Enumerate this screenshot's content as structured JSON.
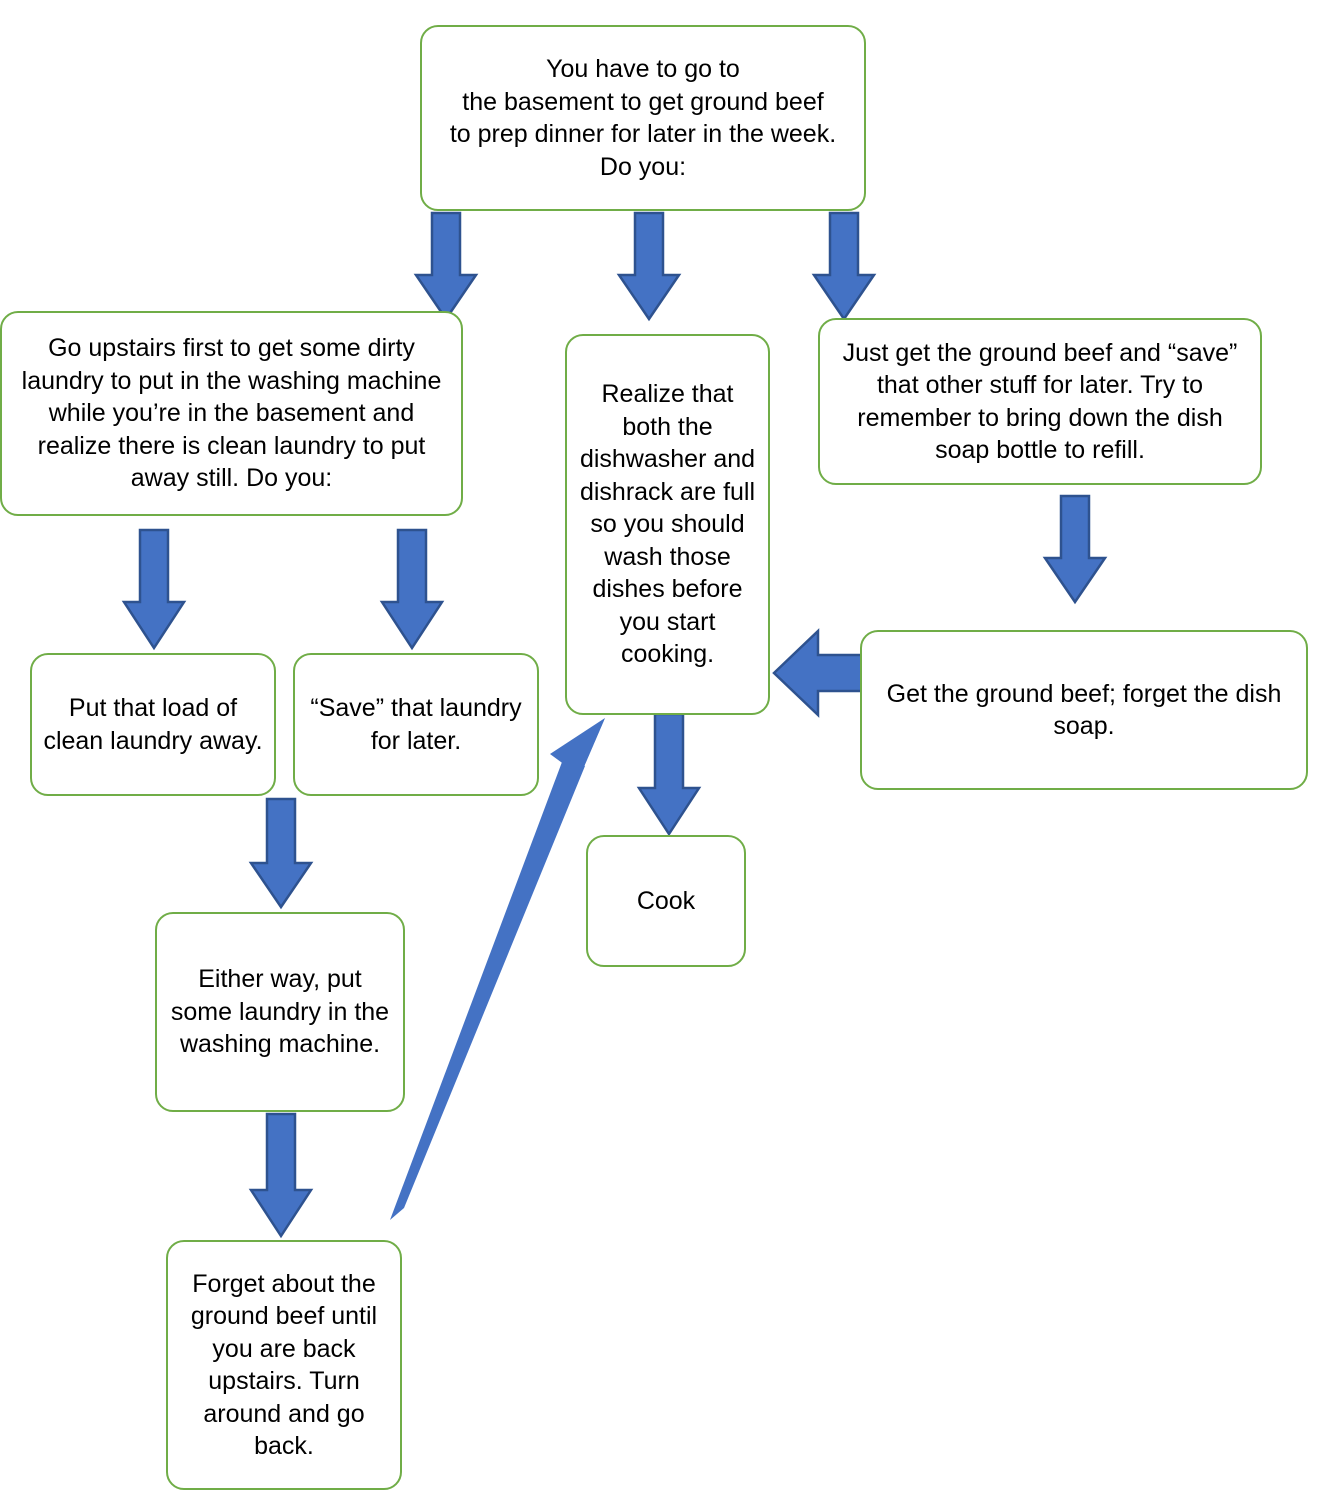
{
  "diagram": {
    "title_node": "You have to go to\nthe basement to get ground beef\nto prep dinner for later in the week.\nDo you:",
    "colors": {
      "node_border": "#70AD47",
      "node_fill": "#FFFFFF",
      "arrow_fill": "#4472C4",
      "arrow_stroke": "#2E528F",
      "text": "#000000"
    },
    "nodes": [
      {
        "id": "start",
        "label": "You have to go to\nthe basement to get ground beef\nto prep dinner for later in the week.\nDo you:"
      },
      {
        "id": "go-upstairs-first",
        "label": "Go upstairs first to get some dirty laundry to put in the washing machine while you’re in the basement and realize there is clean laundry to put away still. Do you:"
      },
      {
        "id": "realize-dishes",
        "label": "Realize that both the dishwasher and dishrack are full so you should wash those dishes before you start cooking."
      },
      {
        "id": "just-get-beef-save",
        "label": "Just get the ground beef and “save” that other stuff for later. Try to remember to bring down the dish soap bottle to refill."
      },
      {
        "id": "put-laundry-away",
        "label": "Put that load of clean laundry away."
      },
      {
        "id": "save-laundry-later",
        "label": "“Save” that laundry for later."
      },
      {
        "id": "get-beef-forget-soap",
        "label": "Get the ground beef; forget the dish soap."
      },
      {
        "id": "cook",
        "label": "Cook"
      },
      {
        "id": "either-way-laundry",
        "label": "Either way, put some laundry in the washing machine."
      },
      {
        "id": "forget-ground-beef",
        "label": "Forget about the ground beef until you are back upstairs. Turn around and go back."
      }
    ],
    "edges": [
      {
        "from": "start",
        "to": "go-upstairs-first",
        "kind": "down-arrow"
      },
      {
        "from": "start",
        "to": "realize-dishes",
        "kind": "down-arrow"
      },
      {
        "from": "start",
        "to": "just-get-beef-save",
        "kind": "down-arrow"
      },
      {
        "from": "go-upstairs-first",
        "to": "put-laundry-away",
        "kind": "down-arrow"
      },
      {
        "from": "go-upstairs-first",
        "to": "save-laundry-later",
        "kind": "down-arrow"
      },
      {
        "from": "put-laundry-away",
        "to": "either-way-laundry",
        "kind": "down-arrow"
      },
      {
        "from": "either-way-laundry",
        "to": "forget-ground-beef",
        "kind": "down-arrow"
      },
      {
        "from": "just-get-beef-save",
        "to": "get-beef-forget-soap",
        "kind": "down-arrow"
      },
      {
        "from": "get-beef-forget-soap",
        "to": "realize-dishes",
        "kind": "left-arrow"
      },
      {
        "from": "realize-dishes",
        "to": "cook",
        "kind": "down-arrow"
      },
      {
        "from": "forget-ground-beef",
        "to": "realize-dishes",
        "kind": "diagonal-arrow"
      }
    ]
  }
}
